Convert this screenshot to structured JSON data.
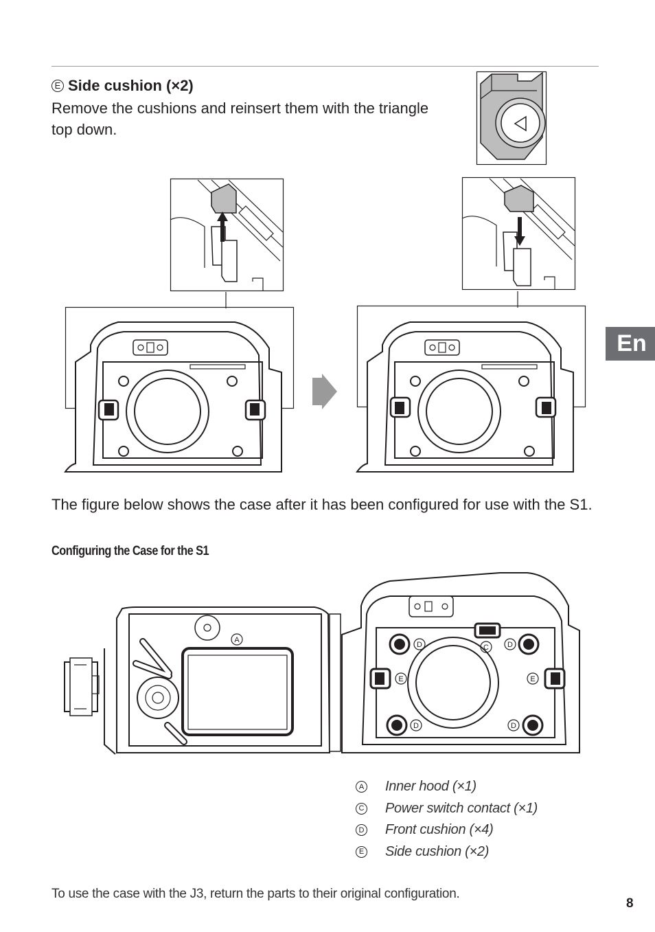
{
  "section": {
    "marker": "E",
    "title": "Side cushion (×2)",
    "instruction": "Remove the cushions and reinsert them with the triangle top down."
  },
  "language_tab": "En",
  "paragraph": "The figure below shows the case after it has been configured for use with the S1.",
  "subheading": "Configuring the Case for the S1",
  "figure_labels": {
    "a": "A",
    "c": "C",
    "d": "D",
    "e": "E"
  },
  "legend": [
    {
      "marker": "A",
      "text": "Inner hood (×1)"
    },
    {
      "marker": "C",
      "text": "Power switch contact (×1)"
    },
    {
      "marker": "D",
      "text": "Front cushion (×4)"
    },
    {
      "marker": "E",
      "text": "Side cushion (×2)"
    }
  ],
  "footer": "To use the case with the J3, return the parts to their original configuration.",
  "page_number": "8",
  "colors": {
    "tab_background": "#6d6e71",
    "rule": "#9a9a9a",
    "cushion_gray": "#bdbdbd"
  }
}
